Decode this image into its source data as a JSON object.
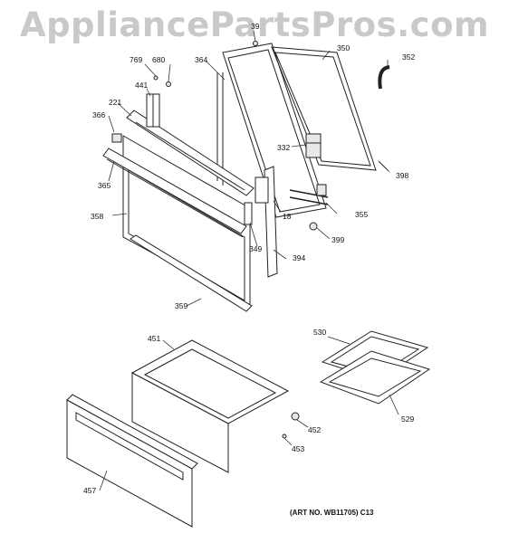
{
  "watermark": "AppliancePartsPros.com",
  "art_no": "(ART NO. WB11705) C13",
  "callouts": {
    "c39": "39",
    "c350": "350",
    "c352": "352",
    "c769": "769",
    "c680": "680",
    "c364": "364",
    "c441": "441",
    "c221": "221",
    "c366": "366",
    "c332": "332",
    "c398": "398",
    "c365": "365",
    "c18": "18",
    "c355": "355",
    "c358": "358",
    "c399": "399",
    "c349": "349",
    "c394": "394",
    "c359": "359",
    "c530": "530",
    "c451": "451",
    "c452": "452",
    "c529": "529",
    "c453": "453",
    "c457": "457"
  }
}
